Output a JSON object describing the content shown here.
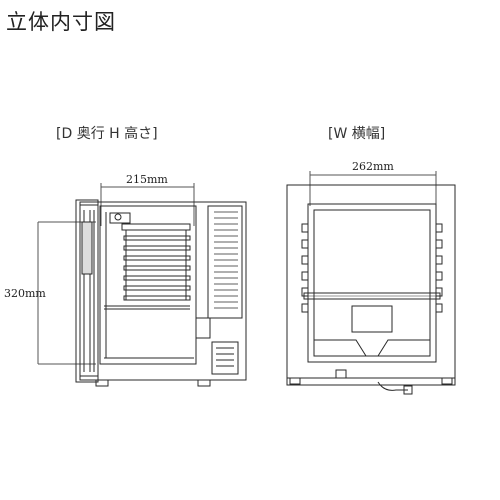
{
  "page": {
    "title": "立体内寸図"
  },
  "side_view": {
    "caption": "[D 奥行 H 高さ]",
    "depth_label": "215mm",
    "height_label": "320mm"
  },
  "front_view": {
    "caption": "[W 横幅]",
    "width_label": "262mm"
  },
  "colors": {
    "line": "#2a2a2a",
    "dim_line": "#555555",
    "panel": "#ffffff"
  }
}
